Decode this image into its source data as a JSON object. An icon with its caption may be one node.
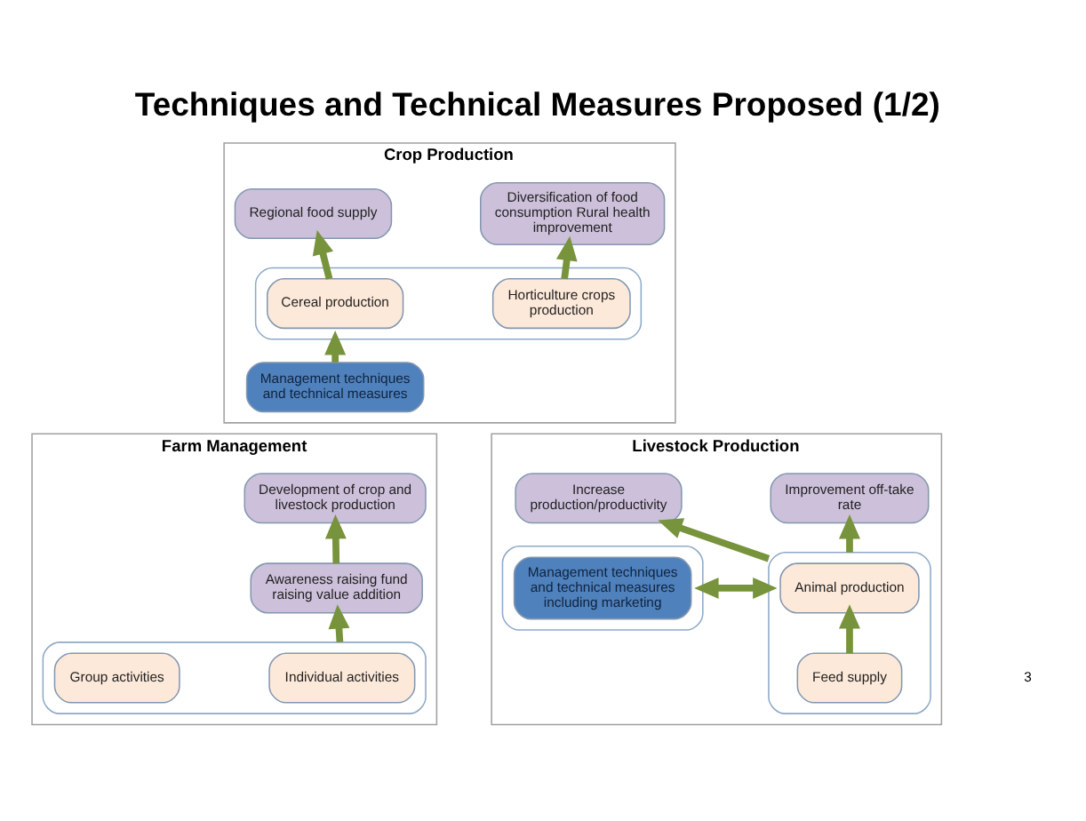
{
  "diagram": {
    "title": "Techniques and Technical Measures Proposed (1/2)",
    "nodes": [
      {
        "text": [
          "Crop Production"
        ]
      },
      {
        "text": [
          "Regional food supply"
        ],
        "in": 0
      },
      {
        "text": [
          "Diversification of food consumption Rural health improvement"
        ],
        "in": 0
      },
      {
        "text": [],
        "shape": "box",
        "in": 0
      },
      {
        "text": [
          "Cereal production"
        ],
        "in": 3
      },
      {
        "text": [
          "Horticulture crops production"
        ],
        "in": 3
      },
      {
        "text": [
          "Management techniques and technical measures"
        ],
        "in": 0
      },
      {
        "text": [
          "Livestock Production"
        ]
      },
      {
        "text": [
          "Increase production/productivity"
        ],
        "in": 7
      },
      {
        "text": [
          "Improvement off-take rate"
        ],
        "in": 7
      },
      {
        "text": [],
        "shape": "box",
        "in": 7
      },
      {
        "text": [
          "Animal production"
        ],
        "in": 10
      },
      {
        "text": [
          "Feed supply"
        ],
        "in": 10
      },
      {
        "text": [],
        "shape": "box",
        "in": 7
      },
      {
        "text": [
          "Management techniques and technical measures including marketing"
        ],
        "in": 13
      },
      {
        "text": [
          "Farm Management"
        ]
      },
      {
        "text": [
          "Development of crop and livestock production"
        ],
        "in": 15
      },
      {
        "text": [
          "Awareness raising fund raising value addition"
        ],
        "in": 15
      },
      {
        "text": [],
        "shape": "box",
        "in": 15
      },
      {
        "text": [
          "Individual activities"
        ],
        "in": 18
      },
      {
        "text": [
          "Group activities"
        ],
        "in": 18
      }
    ],
    "edges": [
      {
        "from": 4,
        "to": 1,
        "arrow": "to"
      },
      {
        "from": 5,
        "to": 2,
        "arrow": "to"
      },
      {
        "from": 6,
        "to": 3,
        "arrow": "to"
      },
      {
        "from": 10,
        "to": 8,
        "arrow": "to"
      },
      {
        "from": 10,
        "to": 9,
        "arrow": "to"
      },
      {
        "from": 12,
        "to": 11,
        "arrow": "to"
      },
      {
        "from": 10,
        "to": 13,
        "arrow": "both"
      },
      {
        "from": 17,
        "to": 16,
        "arrow": "to"
      },
      {
        "from": 18,
        "to": 17,
        "arrow": "to"
      }
    ],
    "labels": [
      "3"
    ]
  }
}
